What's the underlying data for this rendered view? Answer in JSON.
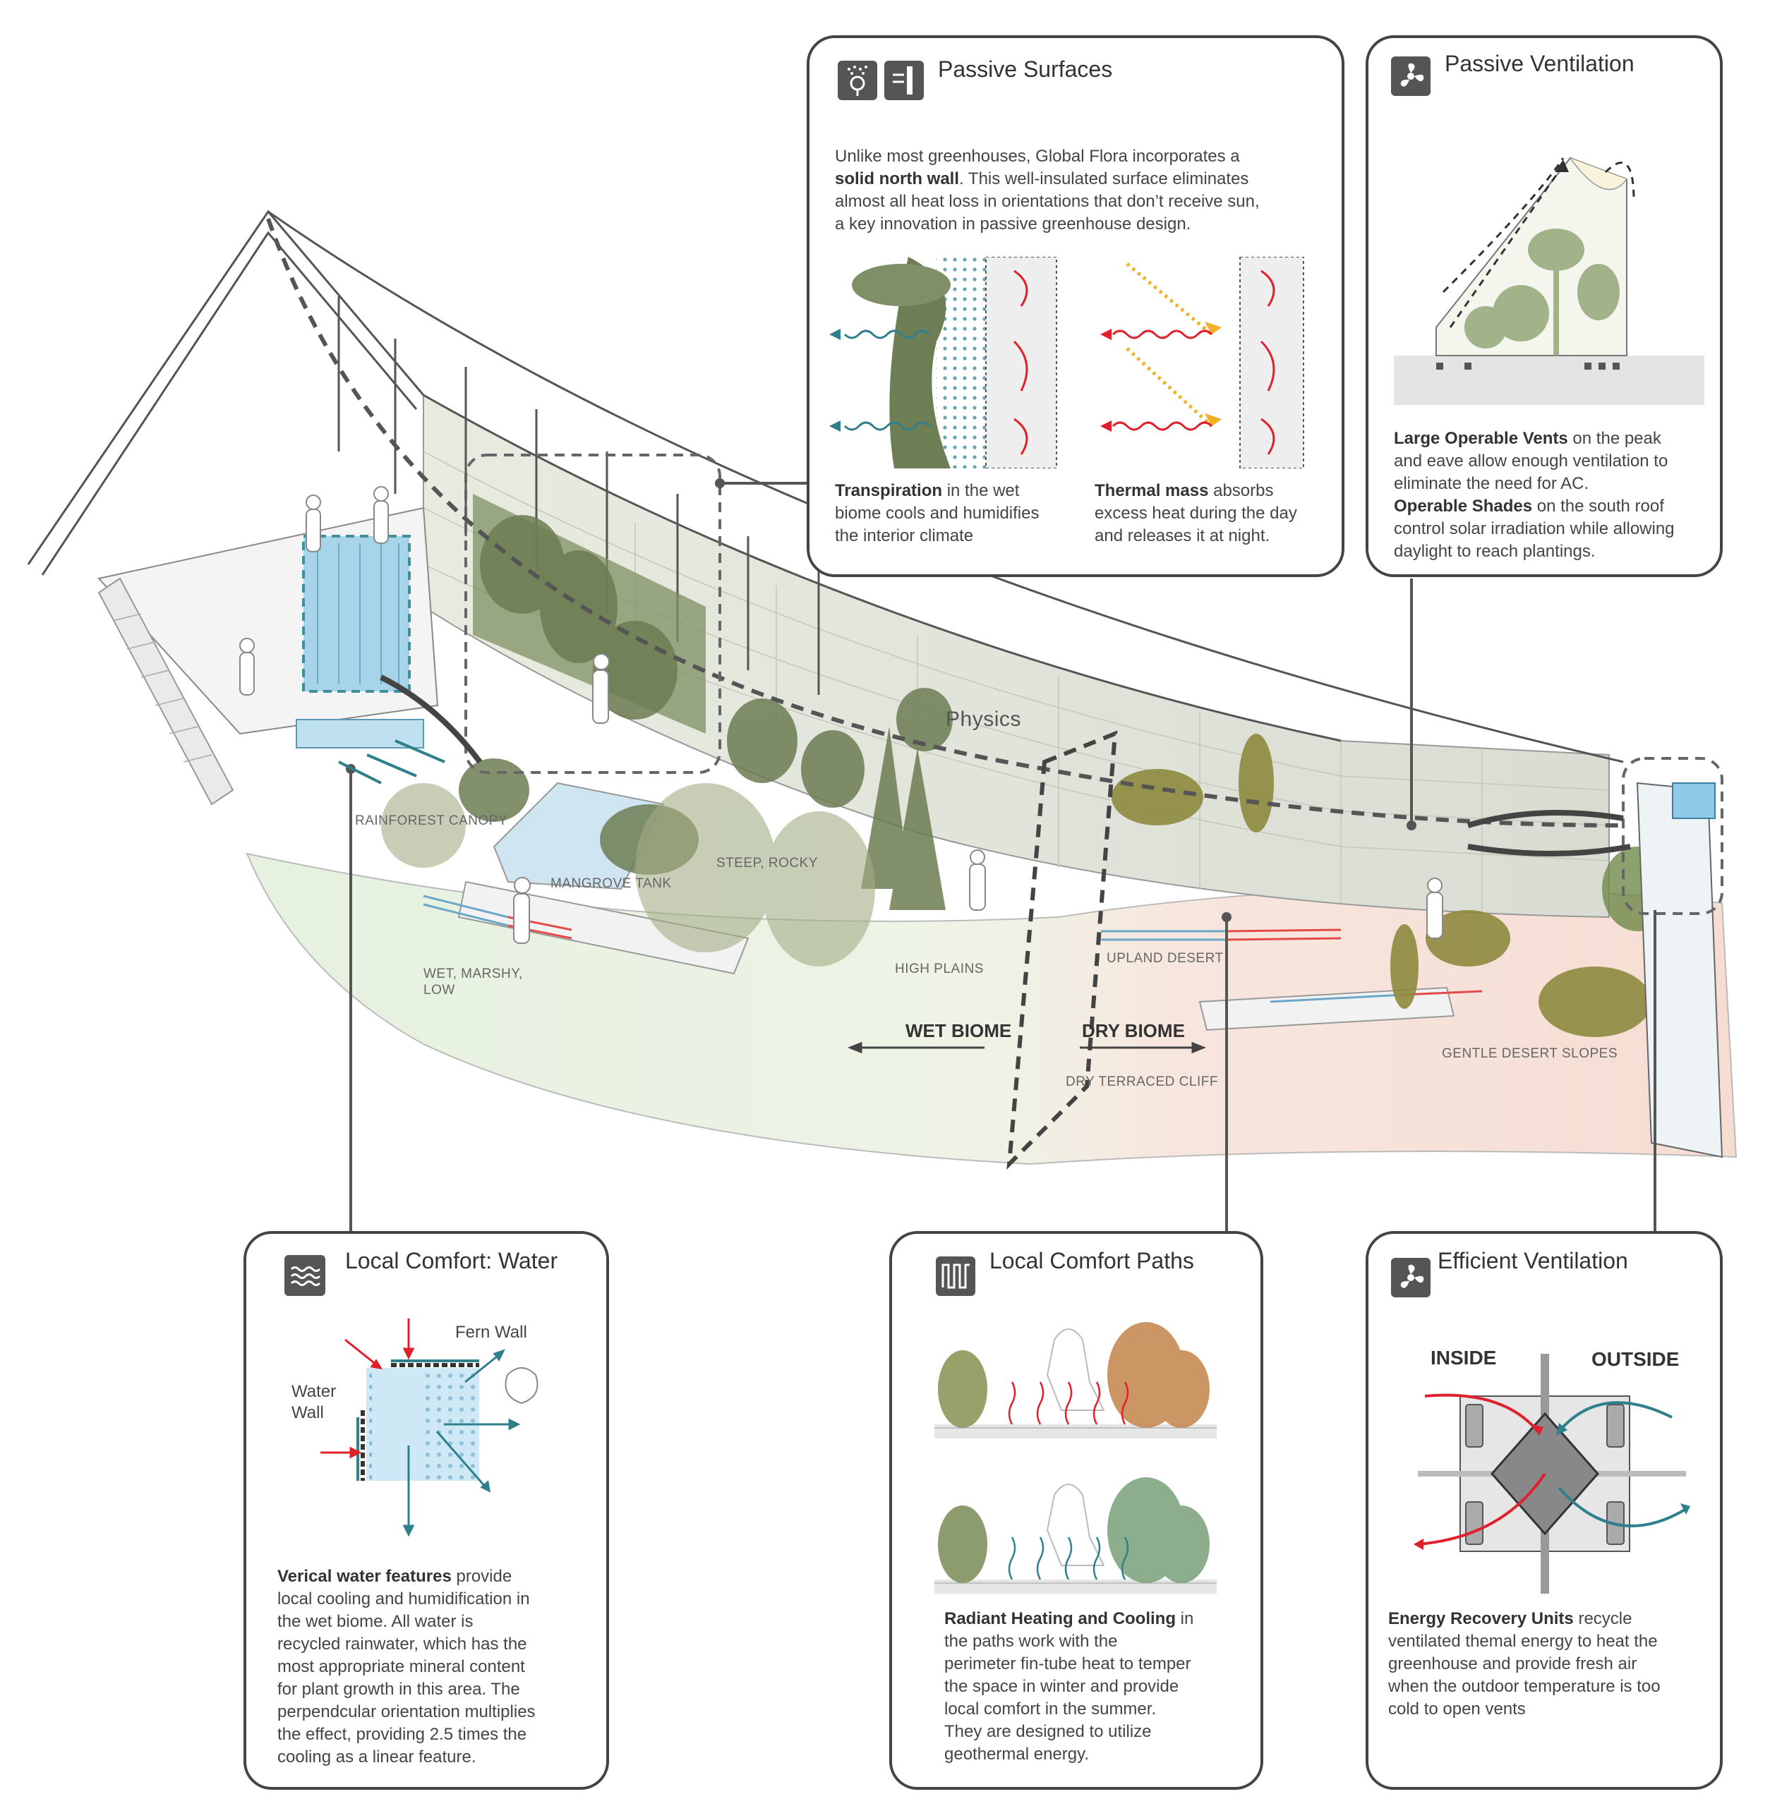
{
  "zones": {
    "physics": "Physics",
    "rainforest_canopy": "RAINFOREST CANOPY",
    "mangrove_tank": "MANGROVE TANK",
    "steep_rocky": "STEEP, ROCKY",
    "high_plains": "HIGH PLAINS",
    "wet_marshy_low_1": "WET, MARSHY,",
    "wet_marshy_low_2": "LOW",
    "upland_desert": "UPLAND DESERT",
    "gentle_desert_slopes": "GENTLE DESERT SLOPES",
    "dry_terraced_cliff": "DRY TERRACED CLIFF",
    "wet_biome": "WET BIOME",
    "dry_biome": "DRY BIOME"
  },
  "passive_surfaces": {
    "title": "Passive Surfaces",
    "intro_1": "Unlike most greenhouses, Global Flora incorporates a",
    "intro_bold": "solid north wall",
    "intro_2": ". This well-insulated surface eliminates",
    "intro_3": "almost all heat loss in orientations that don’t receive sun,",
    "intro_4": "a key innovation in passive greenhouse design.",
    "transpiration_bold": "Transpiration",
    "transpiration_1": " in the wet",
    "transpiration_2": "biome cools and humidifies",
    "transpiration_3": "the interior climate",
    "thermal_bold": "Thermal mass",
    "thermal_1": " absorbs",
    "thermal_2": "excess heat during the day",
    "thermal_3": "and releases it at night."
  },
  "passive_ventilation": {
    "title": "Passive Ventilation",
    "vents_bold": "Large Operable Vents",
    "vents_1": " on the peak",
    "vents_2": "and eave allow enough ventilation to",
    "vents_3": "eliminate the need for AC.",
    "shades_bold": "Operable Shades",
    "shades_1": " on the south roof",
    "shades_2": "control solar irradiation while allowing",
    "shades_3": "daylight to reach plantings."
  },
  "local_comfort_water": {
    "title": "Local Comfort: Water",
    "fern_wall": "Fern Wall",
    "water_wall_1": "Water",
    "water_wall_2": "Wall",
    "bold": "Verical water features",
    "t1": " provide",
    "t2": "local cooling and humidification in",
    "t3": "the wet biome. All water is",
    "t4": "recycled rainwater, which has the",
    "t5": "most appropriate mineral content",
    "t6": "for plant growth in this area. The",
    "t7": "perpendcular orientation multiplies",
    "t8": "the effect, providing 2.5 times the",
    "t9": "cooling as a linear feature."
  },
  "local_comfort_paths": {
    "title": "Local Comfort Paths",
    "bold": "Radiant Heating and Cooling",
    "t1": " in",
    "t2": "the paths work with the",
    "t3": "perimeter fin-tube heat to temper",
    "t4": "the space in winter and provide",
    "t5": "local comfort in the summer.",
    "t6": "They are designed to utilize",
    "t7": "geothermal energy."
  },
  "efficient_ventilation": {
    "title": "Efficient Ventilation",
    "inside": "INSIDE",
    "outside": "OUTSIDE",
    "bold": "Energy Recovery Units",
    "t1": " recycle",
    "t2": "ventilated themal energy to heat the",
    "t3": "greenhouse and provide fresh air",
    "t4": "when the outdoor temperature is too",
    "t5": "cold to open vents"
  },
  "colors": {
    "wet_tint": "#dfeee0",
    "dry_tint": "#f6ddd3",
    "water": "#a8d4ea",
    "teal_arrow": "#2f7f8c",
    "red_arrow": "#e0202a",
    "yellow_arrow": "#f0b020",
    "plant_dark": "#5e6f45",
    "plant_light": "#9aa878",
    "panel_border": "#444444",
    "icon_bg": "#555555"
  },
  "icons": [
    "plant-transpiration-icon",
    "thermal-wall-icon",
    "fan-icon",
    "water-waves-icon",
    "radiant-coil-icon"
  ]
}
